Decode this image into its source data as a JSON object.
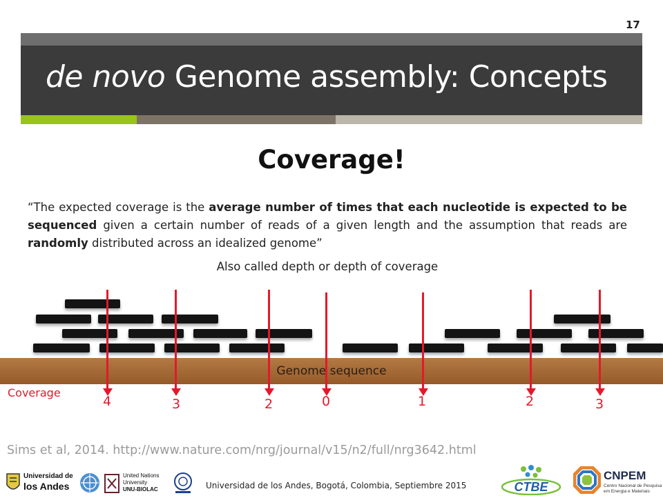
{
  "slide": {
    "number": "17",
    "title_italic": "de novo",
    "title_rest": " Genome assembly: Concepts",
    "heading": "Coverage!",
    "also_called": "Also called depth or depth of coverage",
    "reference": "Sims et al, 2014. http://www.nature.com/nrg/journal/v15/n2/full/nrg3642.html",
    "footer": "Universidad de los Andes, Bogotá, Colombia, Septiembre 2015"
  },
  "quote": {
    "open": "“The expected coverage is the ",
    "bold1": "average number of times that each nucleotide is expected to be sequenced",
    "mid": " given a certain number of reads of a given length and the assumption that reads are ",
    "bold2": "randomly",
    "end": " distributed across an idealized genome”"
  },
  "diagram": {
    "genome_label": "Genome sequence",
    "coverage_label": "Coverage",
    "coverage_values": [
      "4",
      "3",
      "2",
      "0",
      "1",
      "2",
      "3"
    ]
  },
  "logos": {
    "uniandes_line1": "Universidad de",
    "uniandes_line2": "los Andes",
    "unu_line1": "United Nations",
    "unu_line2": "University",
    "unu_line3": "UNU-BIOLAC",
    "ctbe": "CTBE",
    "cnpem": "CNPEM",
    "cnpem_sub1": "Centro Nacional de Pesquisa",
    "cnpem_sub2": "em Energia e Materiais"
  },
  "colors": {
    "title_band": "#3b3b3b",
    "accent_green": "#98c41c",
    "arrow_red": "#e3192b",
    "genome_brown": "#a56a35"
  }
}
